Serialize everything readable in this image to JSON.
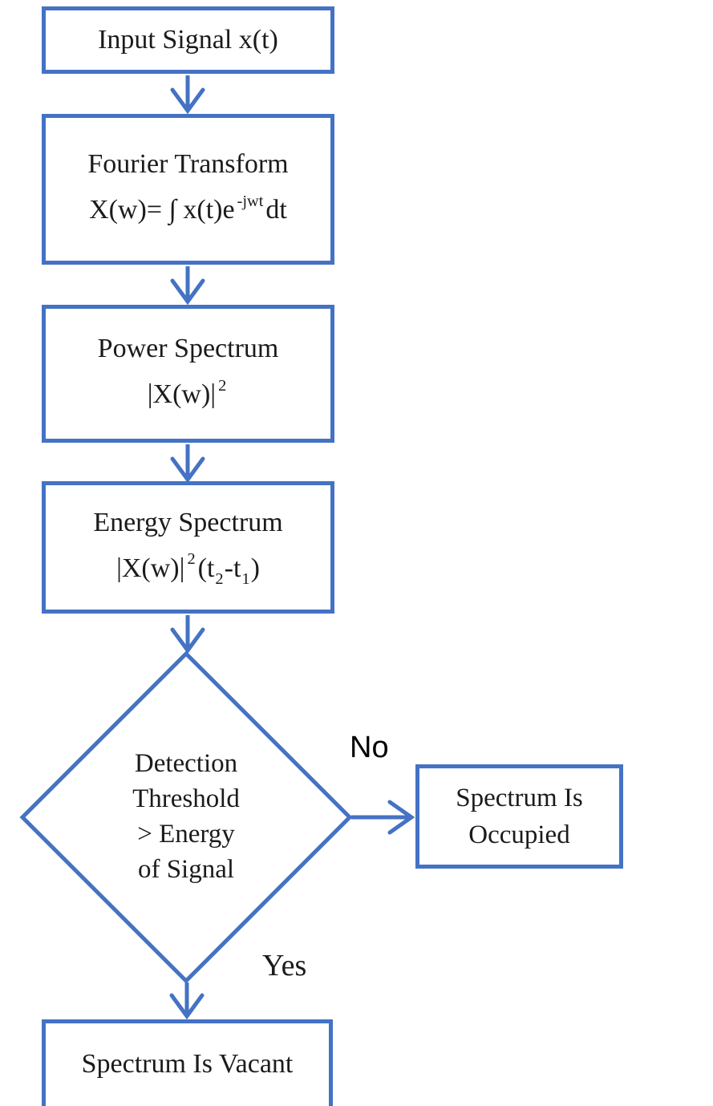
{
  "colors": {
    "accent": "#4472C4",
    "text": "#1b1b1b",
    "background": "#ffffff"
  },
  "nodes": {
    "input": {
      "label": "Input Signal x(t)"
    },
    "fourier": {
      "title": "Fourier Transform",
      "formula": {
        "base1": "X(w)= ∫ x(t)e",
        "sup": "-jwt",
        "base2": "dt"
      }
    },
    "power": {
      "title": "Power Spectrum",
      "formula": {
        "base": "|X(w)|",
        "sup": "2"
      }
    },
    "energy": {
      "title": "Energy Spectrum",
      "formula": {
        "base": "|X(w)|",
        "sup": "2",
        "open": "(t",
        "sub_a": "2",
        "mid": "-t",
        "sub_b": "1",
        "close": ")"
      }
    },
    "decision": {
      "lines": [
        "Detection",
        "Threshold",
        "> Energy",
        "of Signal"
      ]
    },
    "occupied": {
      "line1": "Spectrum Is",
      "line2": "Occupied"
    },
    "vacant": {
      "label": "Spectrum Is Vacant"
    }
  },
  "edges": {
    "no_label": "No",
    "yes_label": "Yes"
  }
}
